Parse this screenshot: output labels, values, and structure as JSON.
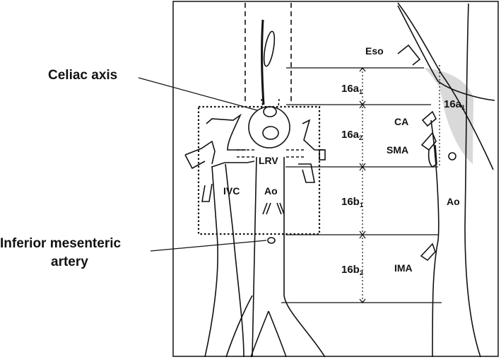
{
  "callouts": {
    "celiac_axis": "Celiac axis",
    "ima_line1": "Inferior mesenteric",
    "ima_line2": "artery"
  },
  "left_view": {
    "ivc": "IVC",
    "aorta": "Ao",
    "lrv": "LRV"
  },
  "segments": [
    {
      "main": "16a",
      "sub": "1"
    },
    {
      "main": "16a",
      "sub": "2"
    },
    {
      "main": "16b",
      "sub": "1"
    },
    {
      "main": "16b",
      "sub": "2"
    }
  ],
  "right_view": {
    "eso": "Eso",
    "ca": "CA",
    "sma": "SMA",
    "ao": "Ao",
    "ima": "IMA",
    "shaded_region": {
      "main": "16a",
      "sub": "1"
    }
  },
  "colors": {
    "line": "#111111",
    "shade": "#d9d9d9",
    "background": "#ffffff"
  }
}
